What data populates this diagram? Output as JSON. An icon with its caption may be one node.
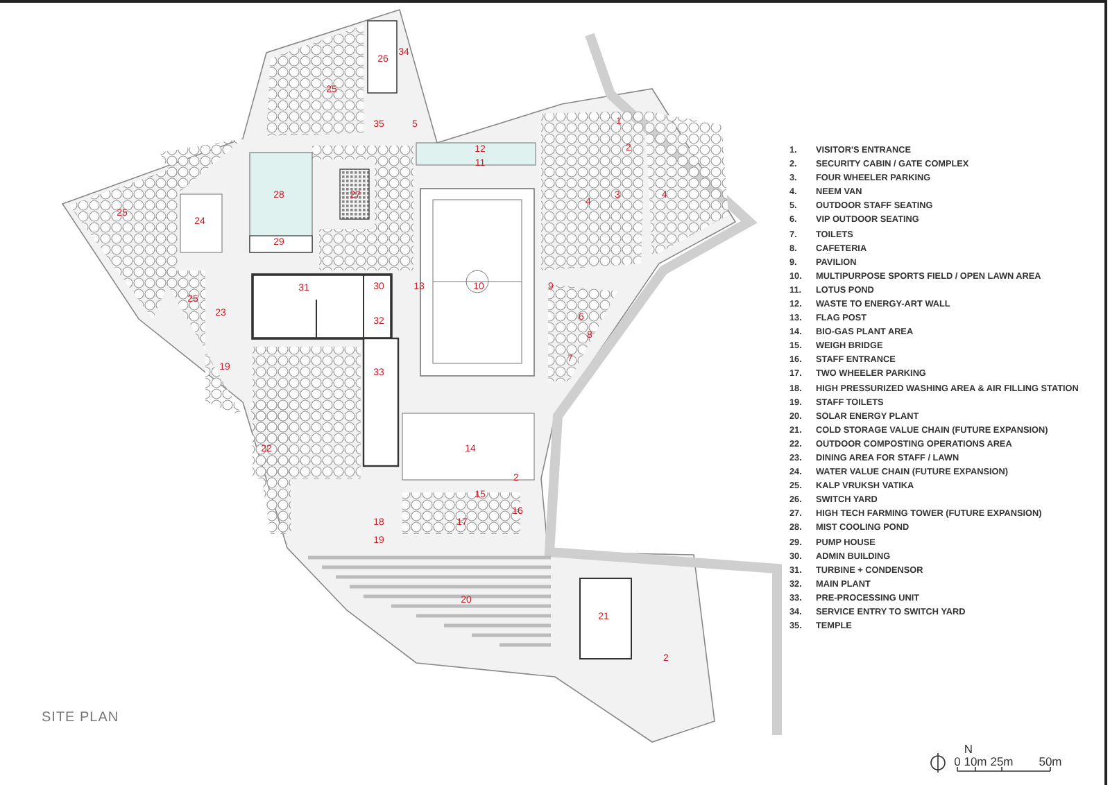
{
  "diagram": {
    "title": "SITE PLAN",
    "labels": [
      "26",
      "34",
      "25",
      "35",
      "5",
      "1",
      "12",
      "2",
      "11",
      "28",
      "27",
      "4",
      "3",
      "4",
      "25",
      "24",
      "29",
      "31",
      "30",
      "13",
      "10",
      "9",
      "25",
      "23",
      "6",
      "32",
      "8",
      "7",
      "19",
      "33",
      "22",
      "14",
      "2",
      "15",
      "16",
      "18",
      "17",
      "19",
      "20",
      "21",
      "2",
      "1.",
      "VISITOR'S ENTRANCE",
      "2.",
      "SECURITY CABIN / GATE COMPLEX",
      "3.",
      "FOUR WHEELER PARKING",
      "4.",
      "NEEM VAN",
      "5.",
      "OUTDOOR STAFF SEATING",
      "6.",
      "VIP OUTDOOR SEATING",
      "7.",
      "TOILETS",
      "8.",
      "CAFETERIA",
      "9.",
      "PAVILION",
      "10.",
      "MULTIPURPOSE SPORTS FIELD / OPEN LAWN AREA",
      "11.",
      "LOTUS POND",
      "12.",
      "WASTE TO ENERGY-ART WALL",
      "13.",
      "FLAG POST",
      "14.",
      "BIO-GAS PLANT AREA",
      "15.",
      "WEIGH BRIDGE",
      "16.",
      "STAFF ENTRANCE",
      "17.",
      "TWO WHEELER PARKING",
      "18.",
      "HIGH PRESSURIZED WASHING AREA & AIR FILLING STATION",
      "19.",
      "STAFF TOILETS",
      "20.",
      "SOLAR ENERGY PLANT",
      "21.",
      "COLD STORAGE VALUE CHAIN (FUTURE EXPANSION)",
      "22.",
      "OUTDOOR COMPOSTING OPERATIONS AREA",
      "23.",
      "DINING AREA FOR STAFF / LAWN",
      "24.",
      "WATER VALUE CHAIN (FUTURE EXPANSION)",
      "25.",
      "KALP VRUKSH VATIKA",
      "26.",
      "SWITCH YARD",
      "27.",
      "HIGH TECH FARMING TOWER (FUTURE EXPANSION)",
      "28.",
      "MIST COOLING POND",
      "29.",
      "PUMP HOUSE",
      "30.",
      "ADMIN BUILDING",
      "31.",
      "TURBINE + CONDENSOR",
      "32.",
      "MAIN PLANT",
      "33.",
      "PRE-PROCESSING UNIT",
      "34.",
      "SERVICE ENTRY TO SWITCH YARD",
      "35.",
      "TEMPLE",
      "N",
      "0",
      "10m",
      "25m",
      "50m"
    ]
  }
}
